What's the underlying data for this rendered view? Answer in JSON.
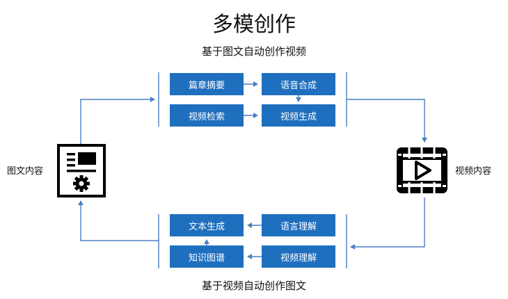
{
  "title": "多模创作",
  "top_subtitle": "基于图文自动创作视频",
  "bottom_subtitle": "基于视频自动创作图文",
  "left_label": "图文内容",
  "right_label": "视频内容",
  "top_boxes": {
    "summary": "篇章摘要",
    "tts": "语音合成",
    "retrieval": "视频检索",
    "video_gen": "视频生成"
  },
  "bottom_boxes": {
    "text_gen": "文本生成",
    "lang_understand": "语言理解",
    "kg": "知识图谱",
    "video_understand": "视频理解"
  },
  "icons": {
    "left": "document-gear-icon",
    "right": "video-play-icon"
  },
  "colors": {
    "box_fill": "#1f6fbf",
    "line": "#4a7ec2",
    "text": "#111111"
  }
}
